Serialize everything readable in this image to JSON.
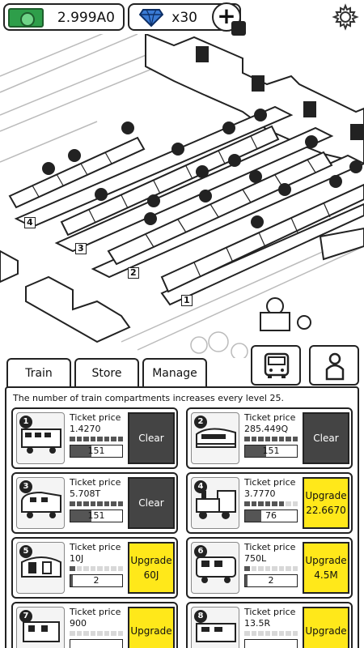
{
  "currency": {
    "money": "2.999A0",
    "gems": "x30"
  },
  "icons": {
    "money": "cash-icon",
    "gem": "diamond-icon",
    "plus": "plus-icon",
    "pencil": "pencil-icon",
    "settings": "gear-icon",
    "station_side_1": "bus-icon",
    "station_side_2": "passenger-icon"
  },
  "platforms": [
    "4",
    "3",
    "2",
    "1"
  ],
  "tabs": [
    {
      "label": "Train",
      "active": true
    },
    {
      "label": "Store",
      "active": false
    },
    {
      "label": "Manage",
      "active": false
    }
  ],
  "info": "The number of train compartments increases every level 25.",
  "colors": {
    "upgrade": "#ffe81a",
    "clear": "#444444",
    "money_green": "#2e9e4a",
    "gem_blue": "#3a7bd5"
  },
  "cards": [
    {
      "num": "1",
      "label": "Ticket price",
      "price": "1.4270",
      "level": "151",
      "progress": 1.0,
      "action": "Clear",
      "type": "clear"
    },
    {
      "num": "2",
      "label": "Ticket price",
      "price": "285.449Q",
      "level": "151",
      "progress": 1.0,
      "action": "Clear",
      "type": "clear"
    },
    {
      "num": "3",
      "label": "Ticket price",
      "price": "5.708T",
      "level": "151",
      "progress": 1.0,
      "action": "Clear",
      "type": "clear"
    },
    {
      "num": "4",
      "label": "Ticket price",
      "price": "3.7770",
      "level": "76",
      "progress": 0.8,
      "action": "Upgrade",
      "cost": "22.6670",
      "type": "upgrade"
    },
    {
      "num": "5",
      "label": "Ticket price",
      "price": "10J",
      "level": "2",
      "progress": 0.1,
      "action": "Upgrade",
      "cost": "60J",
      "type": "upgrade"
    },
    {
      "num": "6",
      "label": "Ticket price",
      "price": "750L",
      "level": "2",
      "progress": 0.1,
      "action": "Upgrade",
      "cost": "4.5M",
      "type": "upgrade"
    },
    {
      "num": "7",
      "label": "Ticket price",
      "price": "900",
      "level": "",
      "progress": 0.0,
      "action": "Upgrade",
      "cost": "",
      "type": "upgrade"
    },
    {
      "num": "8",
      "label": "Ticket price",
      "price": "13.5R",
      "level": "",
      "progress": 0.0,
      "action": "Upgrade",
      "cost": "",
      "type": "upgrade"
    }
  ]
}
